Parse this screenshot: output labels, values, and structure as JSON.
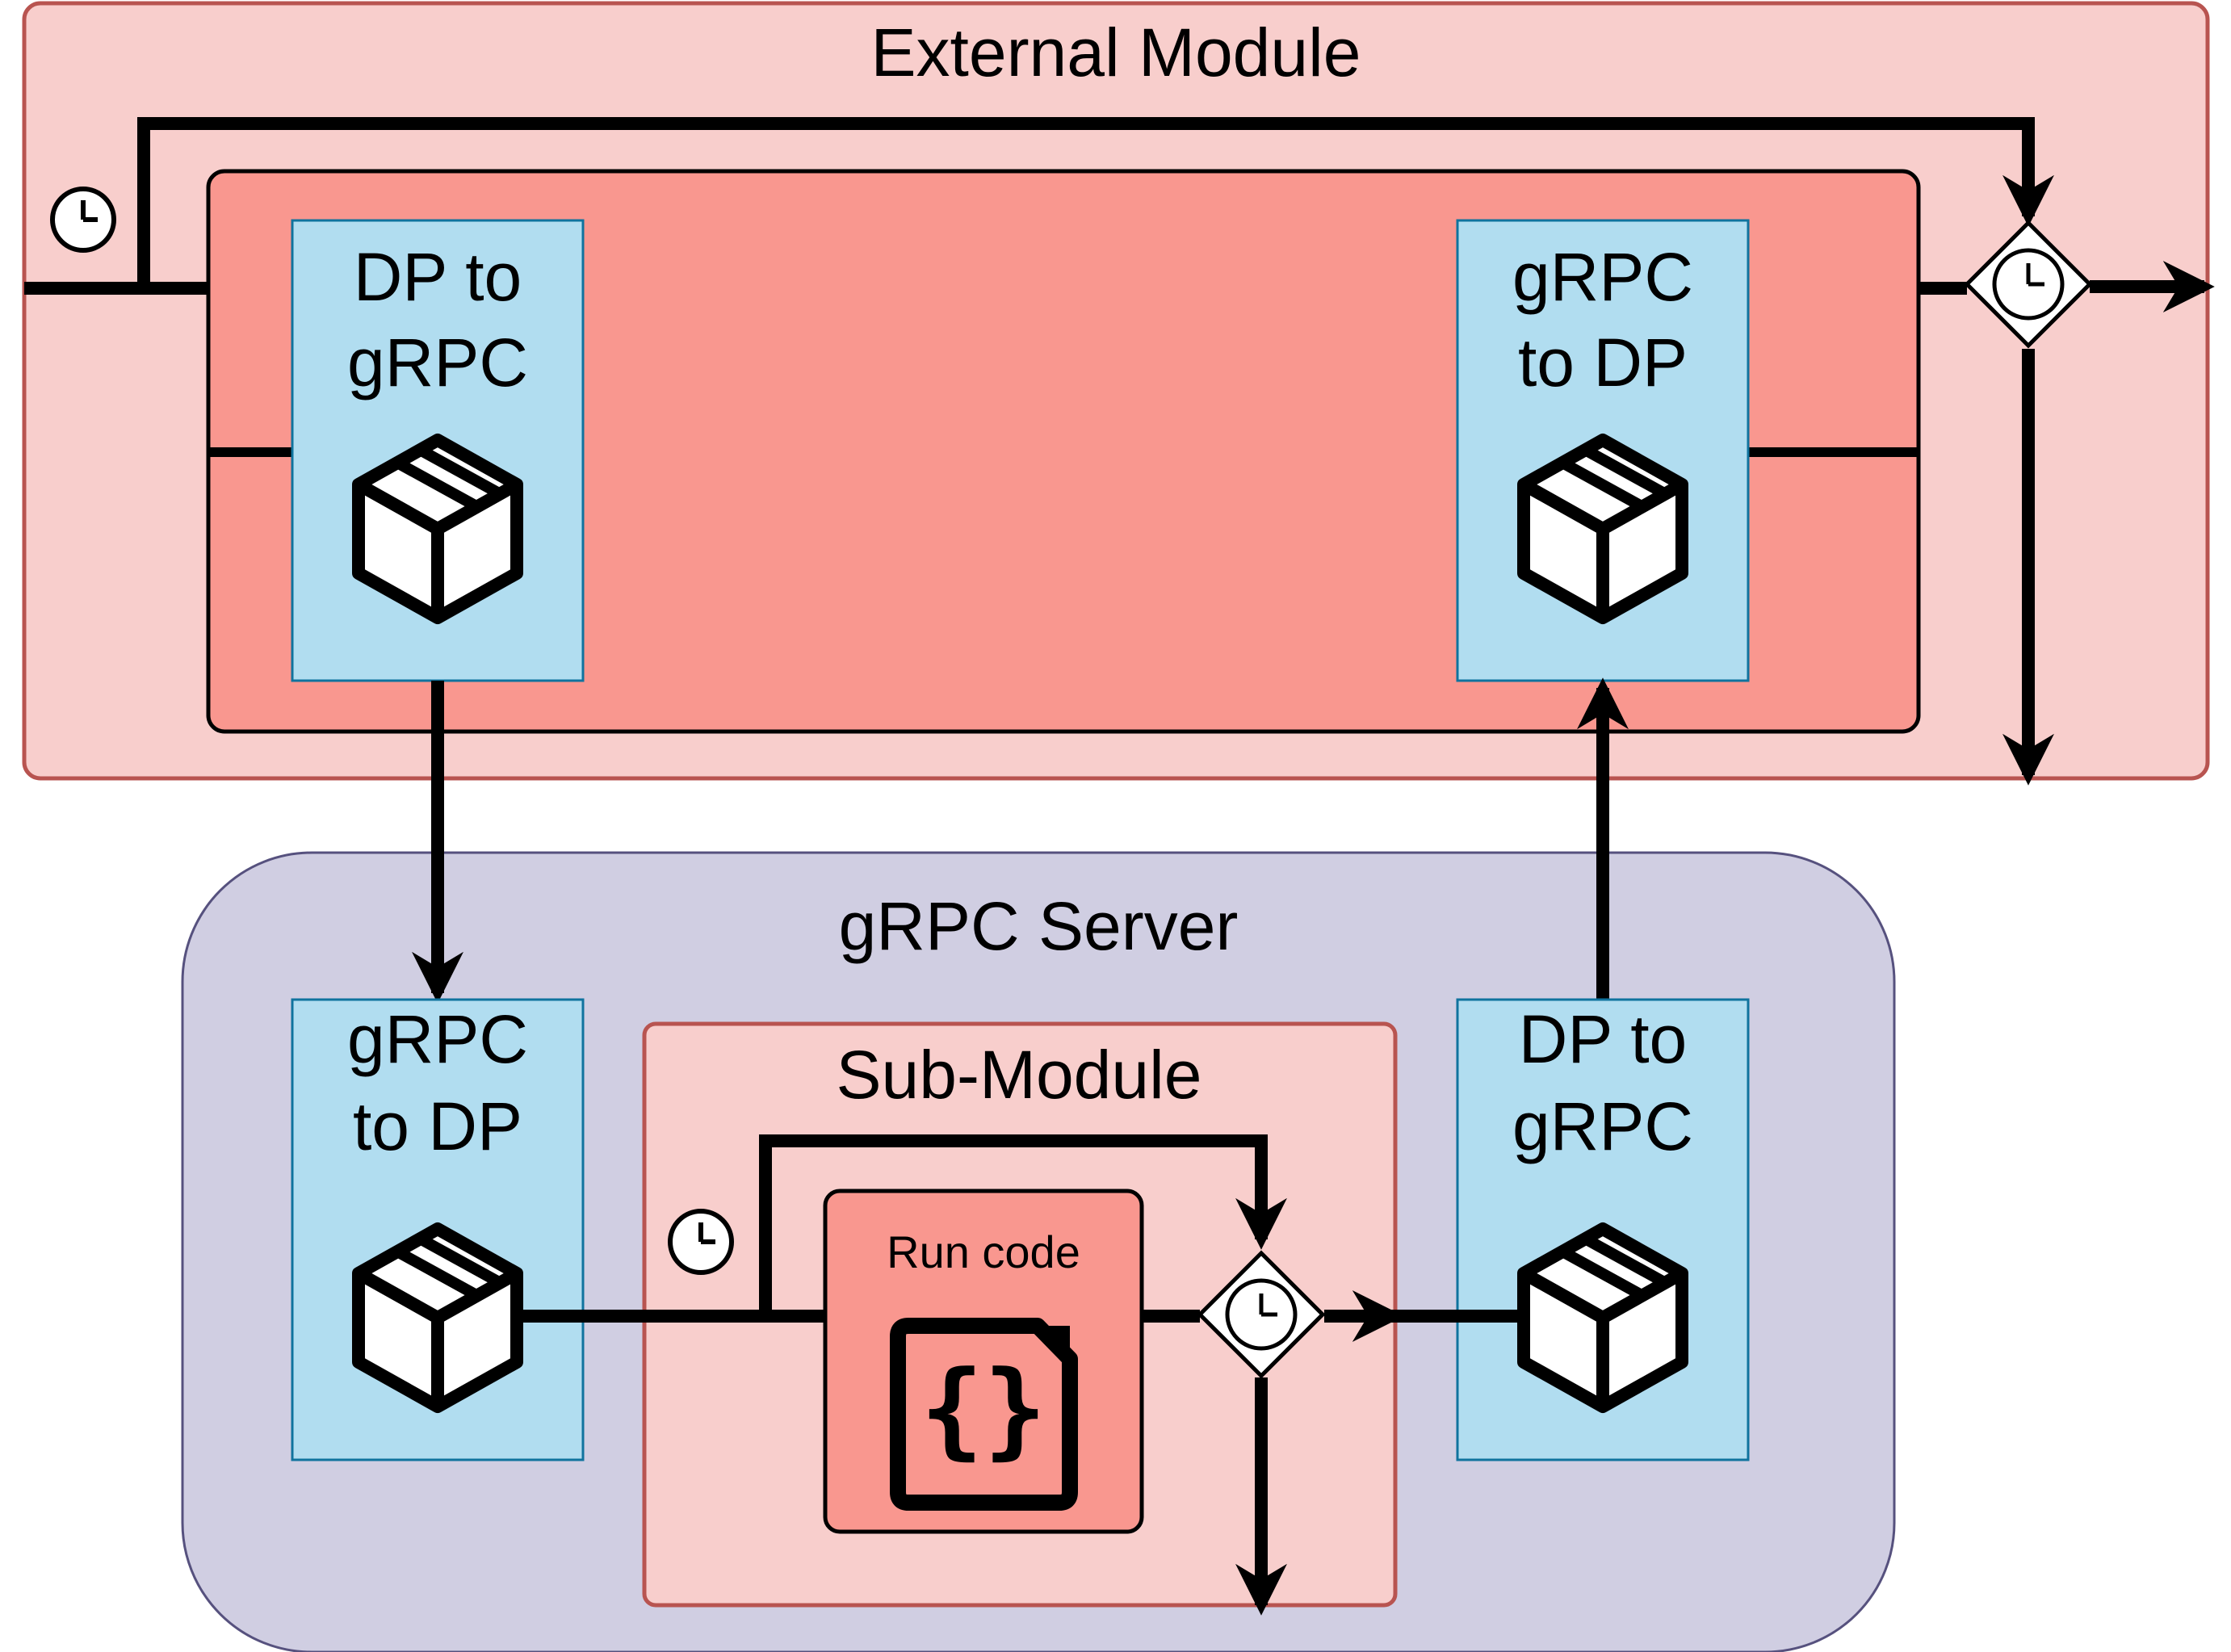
{
  "external_module": {
    "title": "External Module",
    "left_block": {
      "line1": "DP to",
      "line2": "gRPC"
    },
    "right_block": {
      "line1": "gRPC",
      "line2": "to DP"
    }
  },
  "grpc_server": {
    "title": "gRPC Server",
    "left_block": {
      "line1": "gRPC",
      "line2": "to DP"
    },
    "right_block": {
      "line1": "DP to",
      "line2": "gRPC"
    },
    "sub_module": {
      "title": "Sub-Module",
      "task_label": "Run code"
    }
  },
  "colors": {
    "external_bg": "#f8cecc",
    "external_border": "#b85450",
    "inner_bg": "#f9978f",
    "server_bg": "#d0cee2",
    "server_border": "#56517e",
    "block_bg": "#b1ddf0",
    "block_border": "#10739e",
    "submodule_bg": "#f8cecc",
    "task_bg": "#f9978f"
  },
  "icons": [
    "package-icon",
    "timer-icon",
    "timer-gateway-icon",
    "code-file-icon"
  ]
}
